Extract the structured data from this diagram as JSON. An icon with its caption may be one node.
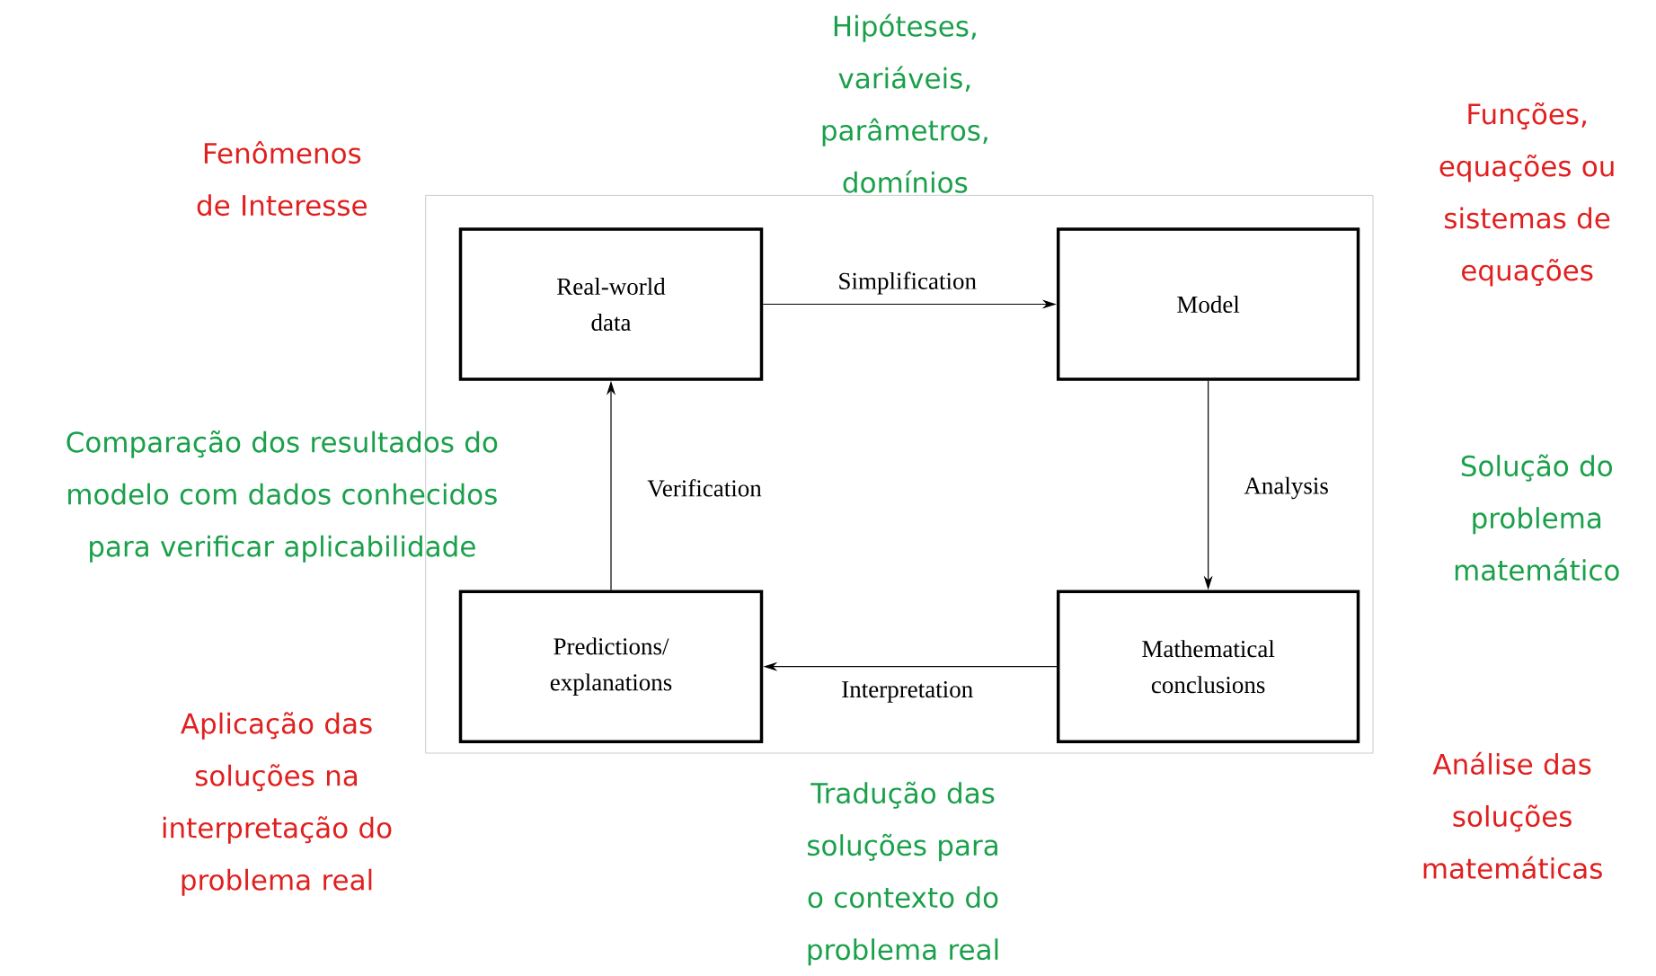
{
  "diagram": {
    "nodes": [
      {
        "text": [
          "Real-world data"
        ]
      },
      {
        "text": [
          "Model"
        ]
      },
      {
        "text": [
          "Predictions/ explanations"
        ]
      },
      {
        "text": [
          "Mathematical conclusions"
        ]
      }
    ],
    "edges": [
      {
        "from": 0,
        "to": 1,
        "arrow": "to",
        "label": "Simplification"
      },
      {
        "from": 1,
        "to": 3,
        "arrow": "to",
        "label": "Analysis"
      },
      {
        "from": 3,
        "to": 2,
        "arrow": "to",
        "label": "Interpretation"
      },
      {
        "from": 2,
        "to": 0,
        "arrow": "to",
        "label": "Verification"
      }
    ],
    "labels": [
      "Hipóteses, variáveis, parâmetros, domínios",
      "Fenômenos de Interesse",
      "Funções, equações ou sistemas de equações",
      "Comparação dos resultados do modelo com dados conhecidos para verificar aplicabilidade",
      "Solução do problema matemático",
      "Aplicação das soluções na interpretação do problema real",
      "Análise das soluções matemáticas",
      "Tradução das soluções para o contexto do problema real"
    ]
  }
}
